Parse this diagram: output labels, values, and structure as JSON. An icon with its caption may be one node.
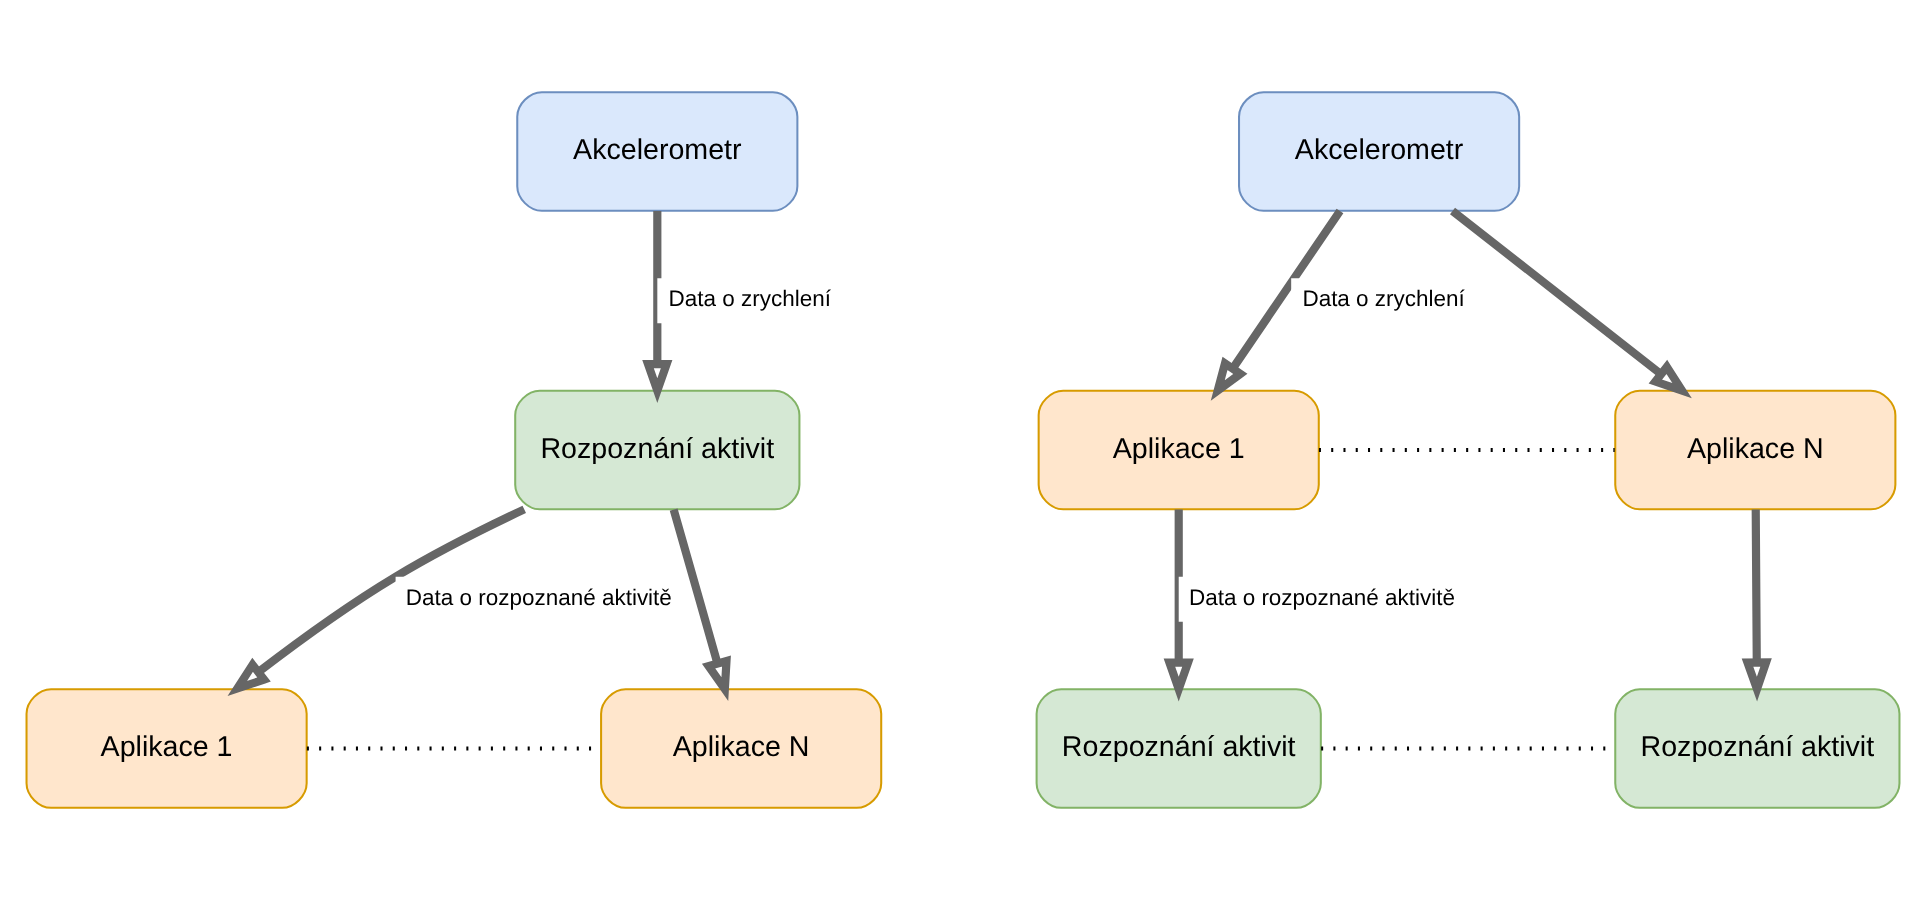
{
  "diagram": {
    "nodes": [
      {
        "text": [
          "Akcelerometr"
        ]
      },
      {
        "text": [
          "Rozpoznání aktivit"
        ]
      },
      {
        "text": [
          "Aplikace 1"
        ]
      },
      {
        "text": [
          "Aplikace N"
        ]
      },
      {
        "text": [
          "Akcelerometr"
        ]
      },
      {
        "text": [
          "Aplikace 1"
        ]
      },
      {
        "text": [
          "Aplikace N"
        ]
      },
      {
        "text": [
          "Rozpoznání aktivit"
        ]
      },
      {
        "text": [
          "Rozpoznání aktivit"
        ]
      }
    ],
    "edges": [
      {
        "from": 0,
        "to": 1,
        "arrow": "to",
        "label": "Data o zrychlení"
      },
      {
        "from": 1,
        "to": 2,
        "arrow": "to",
        "label": "Data o rozpoznané aktivitě"
      },
      {
        "from": 1,
        "to": 3,
        "arrow": "to"
      },
      {
        "from": 2,
        "to": 3,
        "arrow": "none",
        "style": "dashed",
        "color": "#000000"
      },
      {
        "from": 4,
        "to": 5,
        "arrow": "to",
        "label": "Data o zrychlení"
      },
      {
        "from": 4,
        "to": 6,
        "arrow": "to"
      },
      {
        "from": 5,
        "to": 6,
        "arrow": "none",
        "style": "dashed",
        "color": "#000000"
      },
      {
        "from": 5,
        "to": 7,
        "arrow": "to",
        "label": "Data o rozpoznané aktivitě"
      },
      {
        "from": 6,
        "to": 8,
        "arrow": "to"
      },
      {
        "from": 7,
        "to": 8,
        "arrow": "none",
        "style": "dashed",
        "color": "#000000"
      }
    ]
  }
}
